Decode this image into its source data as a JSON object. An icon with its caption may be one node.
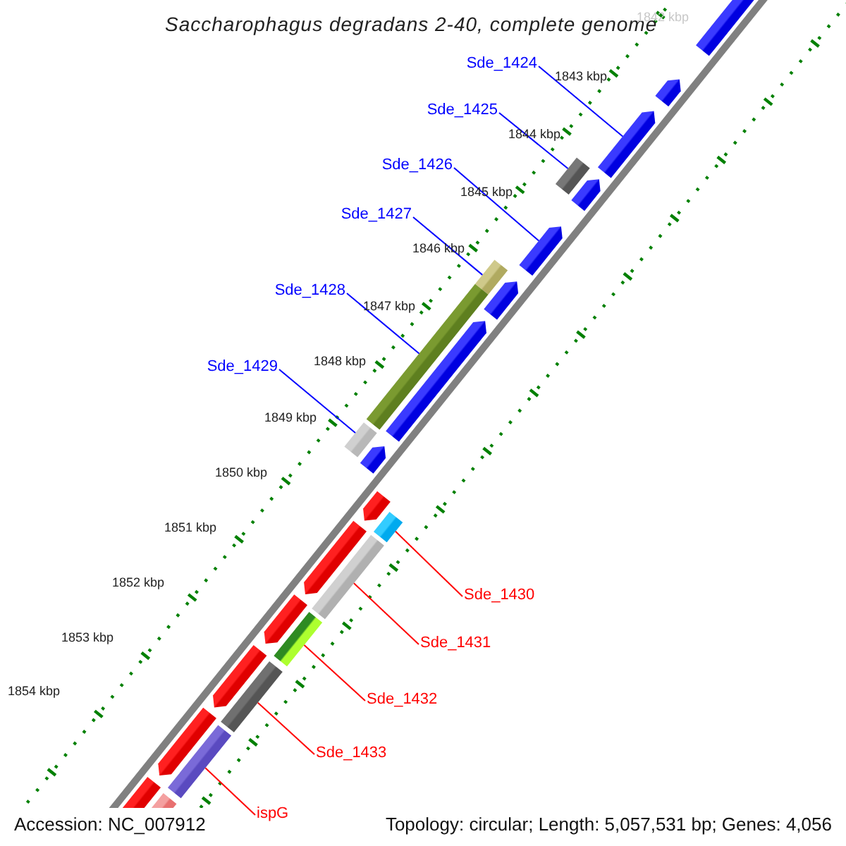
{
  "diagram": {
    "title": "Saccharophagus degradans 2-40, complete genome",
    "nodes": [
      {
        "text": [
          "Sde_1424"
        ]
      },
      {
        "text": [
          "Sde_1425"
        ]
      },
      {
        "text": [
          "Sde_1426"
        ]
      },
      {
        "text": [
          "Sde_1427"
        ]
      },
      {
        "text": [
          "Sde_1428"
        ]
      },
      {
        "text": [
          "Sde_1429"
        ]
      },
      {
        "text": [
          "Sde_1430"
        ]
      },
      {
        "text": [
          "Sde_1431"
        ]
      },
      {
        "text": [
          "Sde_1432"
        ]
      },
      {
        "text": [
          "Sde_1433"
        ]
      },
      {
        "text": [
          "ispG"
        ]
      },
      {
        "text": [],
        "shape": "arrow"
      },
      {
        "text": [],
        "shape": "arrow"
      },
      {
        "text": [],
        "shape": "arrow"
      },
      {
        "text": [],
        "shape": "bar"
      },
      {
        "text": [],
        "shape": "arrow"
      },
      {
        "text": [],
        "shape": "arrow"
      },
      {
        "text": [],
        "shape": "bar"
      },
      {
        "text": [],
        "shape": "arrow"
      },
      {
        "text": [],
        "shape": "bar"
      },
      {
        "text": [],
        "shape": "arrow"
      },
      {
        "text": [],
        "shape": "bar"
      },
      {
        "text": [],
        "shape": "arrow"
      },
      {
        "text": [],
        "shape": "arrow"
      },
      {
        "text": [],
        "shape": "bar"
      },
      {
        "text": [],
        "shape": "arrow"
      },
      {
        "text": [],
        "shape": "bar"
      },
      {
        "text": [],
        "shape": "arrow"
      },
      {
        "text": [],
        "shape": "bar"
      },
      {
        "text": [],
        "shape": "arrow"
      },
      {
        "text": [],
        "shape": "bar"
      },
      {
        "text": [],
        "shape": "arrow"
      },
      {
        "text": [],
        "shape": "bar"
      },
      {
        "text": [],
        "shape": "arrow"
      },
      {
        "text": [],
        "shape": "bar"
      }
    ],
    "edges": [
      {
        "from": 0,
        "to": 13,
        "arrow": "none"
      },
      {
        "from": 1,
        "to": 14,
        "arrow": "none"
      },
      {
        "from": 2,
        "to": 16,
        "arrow": "none"
      },
      {
        "from": 3,
        "to": 17,
        "arrow": "none"
      },
      {
        "from": 4,
        "to": 19,
        "arrow": "none"
      },
      {
        "from": 5,
        "to": 21,
        "arrow": "none"
      },
      {
        "from": 6,
        "to": 24,
        "arrow": "none",
        "color": "#ff0000"
      },
      {
        "from": 7,
        "to": 26,
        "arrow": "none",
        "color": "#ff0000"
      },
      {
        "from": 8,
        "to": 28,
        "arrow": "none",
        "color": "#ff0000"
      },
      {
        "from": 9,
        "to": 30,
        "arrow": "none",
        "color": "#ff0000"
      },
      {
        "from": 10,
        "to": 32,
        "arrow": "none",
        "color": "#ff0000"
      }
    ],
    "labels": [
      "1842 kbp",
      "1843 kbp",
      "1844 kbp",
      "1845 kbp",
      "1846 kbp",
      "1847 kbp",
      "1848 kbp",
      "1849 kbp",
      "1850 kbp",
      "1851 kbp",
      "1852 kbp",
      "1853 kbp",
      "1854 kbp",
      "Accession: NC_007912",
      "Topology: circular; Length: 5,057,531 bp; Genes: 4,056"
    ]
  }
}
